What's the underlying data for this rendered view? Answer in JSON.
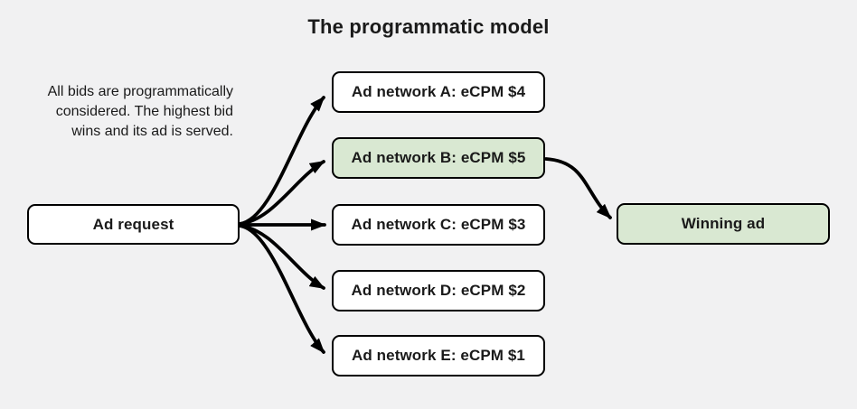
{
  "title": "The programmatic model",
  "description": {
    "lines": [
      "All bids are programmatically",
      "considered. The highest bid",
      "wins and its ad is served."
    ]
  },
  "nodes": {
    "ad_request": {
      "label": "Ad request"
    },
    "networks": [
      {
        "label": "Ad network A: eCPM $4",
        "highlight": false
      },
      {
        "label": "Ad network B: eCPM $5",
        "highlight": true
      },
      {
        "label": "Ad network C: eCPM $3",
        "highlight": false
      },
      {
        "label": "Ad network D: eCPM $2",
        "highlight": false
      },
      {
        "label": "Ad network E: eCPM $1",
        "highlight": false
      }
    ],
    "winning": {
      "label": "Winning ad"
    }
  },
  "colors": {
    "background": "#f1f1f2",
    "box_fill": "#ffffff",
    "highlight_fill": "#d9e8d2",
    "stroke": "#000000"
  }
}
